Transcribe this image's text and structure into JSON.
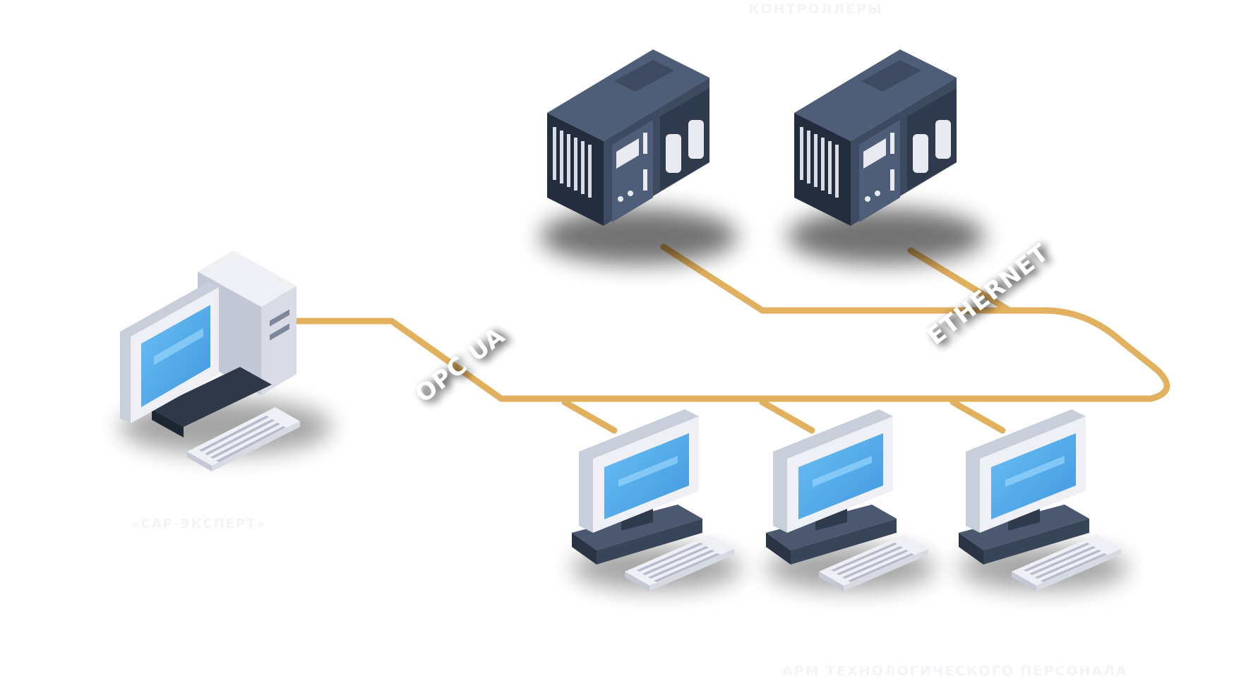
{
  "labels": {
    "controllers": "КОНТРОЛЛЕРЫ",
    "sap_expert": "«САР-ЭКСПЕРТ»",
    "operator_workstations": "АРМ ТЕХНОЛОГИЧЕСКОГО ПЕРСОНАЛА",
    "opc_ua": "OPC UA",
    "ethernet": "ETHERNET"
  },
  "colors": {
    "cable": "#e2b15f",
    "controller_dark": "#3d4a60",
    "controller_mid": "#4f5e78",
    "controller_face": "#242d3d",
    "screen": "#5ab0ec",
    "monitor_frame": "#e3e6ee",
    "caption": "#f3f4f7"
  },
  "nodes": {
    "controllers": [
      {
        "icon": "plc-controller-icon"
      },
      {
        "icon": "plc-controller-icon"
      }
    ],
    "workstations": [
      {
        "icon": "workstation-icon"
      },
      {
        "icon": "workstation-icon"
      },
      {
        "icon": "workstation-icon"
      }
    ],
    "server": {
      "icon": "server-computer-icon"
    }
  }
}
